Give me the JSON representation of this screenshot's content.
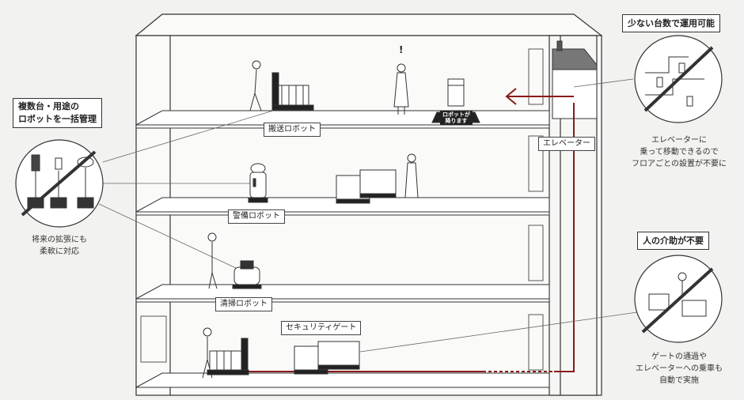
{
  "feature_left": {
    "title_line1": "複数台・用途の",
    "title_line2": "ロボットを一括管理",
    "note_line1": "将来の拡張にも",
    "note_line2": "柔軟に対応"
  },
  "feature_top_right": {
    "title": "少ない台数で運用可能",
    "note_line1": "エレベーターに",
    "note_line2": "乗って移動できるので",
    "note_line3": "フロアごとの設置が不要に"
  },
  "feature_bottom_right": {
    "title": "人の介助が不要",
    "note_line1": "ゲートの通過や",
    "note_line2": "エレベーターへの乗車も",
    "note_line3": "自動で実施"
  },
  "labels": {
    "transport_robot": "搬送ロボット",
    "security_robot": "警備ロボット",
    "cleaning_robot": "清掃ロボット",
    "security_gate": "セキュリティゲート",
    "elevator": "エレベーター"
  },
  "floor_sign": {
    "line1": "ロボットが",
    "line2": "降ります"
  },
  "exclamation": "!",
  "colors": {
    "route": "#8a1a1a",
    "line": "#333333",
    "background": "#f2f2f0"
  }
}
